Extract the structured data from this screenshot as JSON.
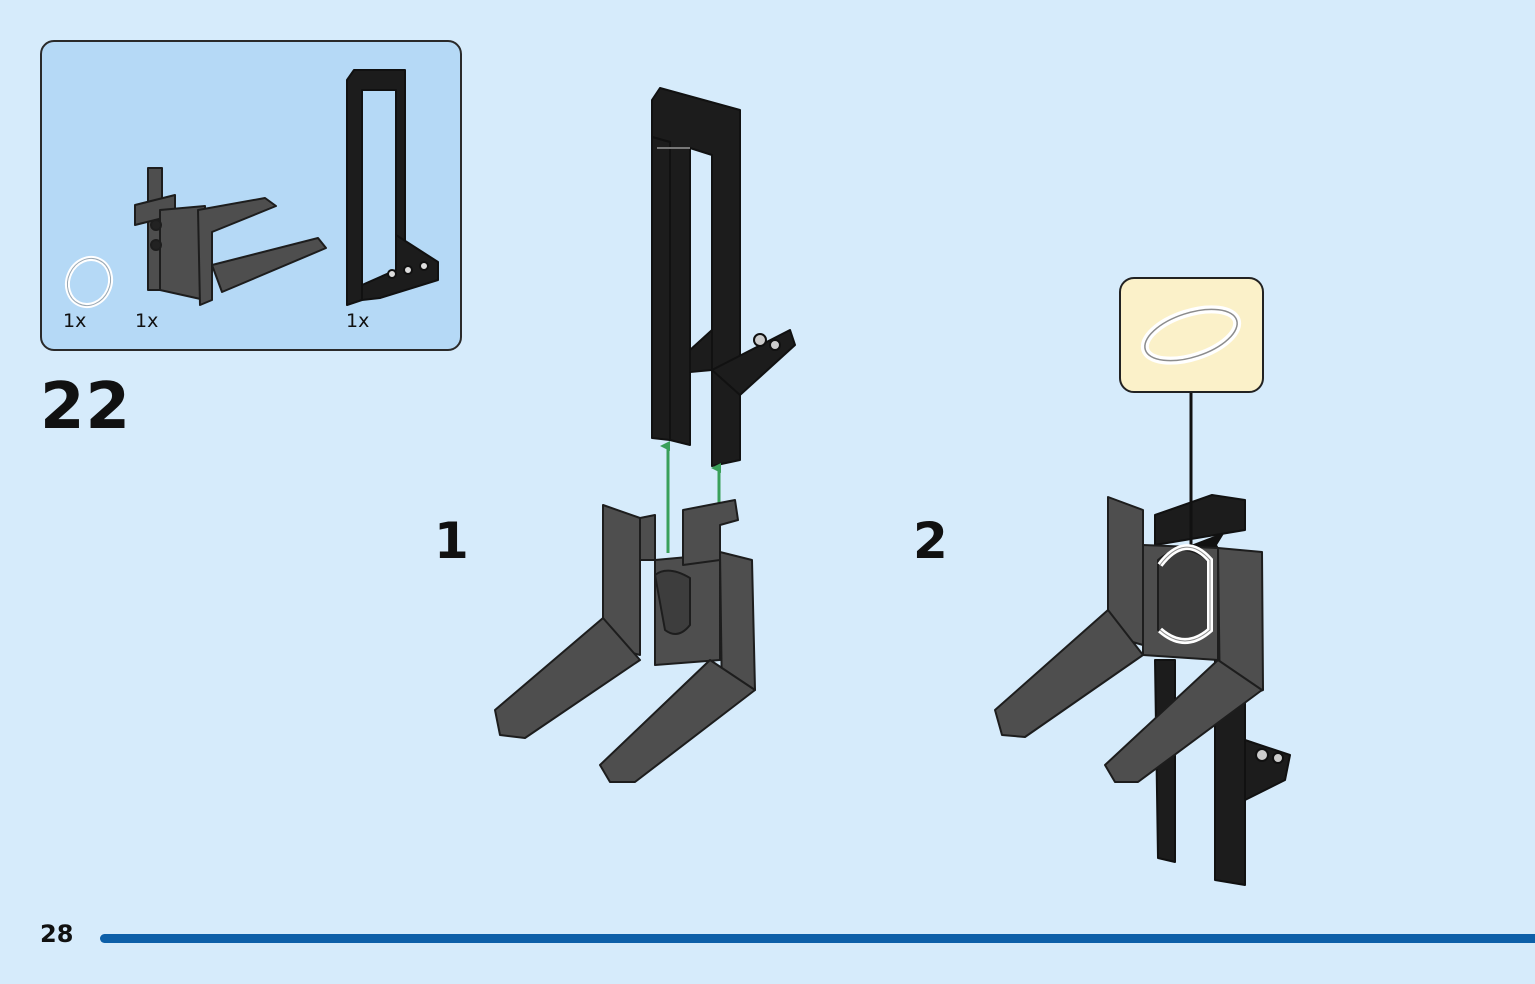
{
  "parts": {
    "items": [
      {
        "name": "rubber-band",
        "qty": "1x"
      },
      {
        "name": "fork-carriage",
        "qty": "1x"
      },
      {
        "name": "mast-frame",
        "qty": "1x"
      }
    ]
  },
  "step": {
    "number": "22"
  },
  "substeps": [
    {
      "label": "1"
    },
    {
      "label": "2"
    }
  ],
  "footer": {
    "page_number": "28"
  },
  "colors": {
    "background": "#d6ebfb",
    "parts_box": "#b5d9f6",
    "callout": "#fbf1c9",
    "arrow_green": "#3aa05a",
    "page_bar": "#0d5fa8",
    "part_dark": "#1c1c1c",
    "part_gray": "#4e4e4e"
  }
}
